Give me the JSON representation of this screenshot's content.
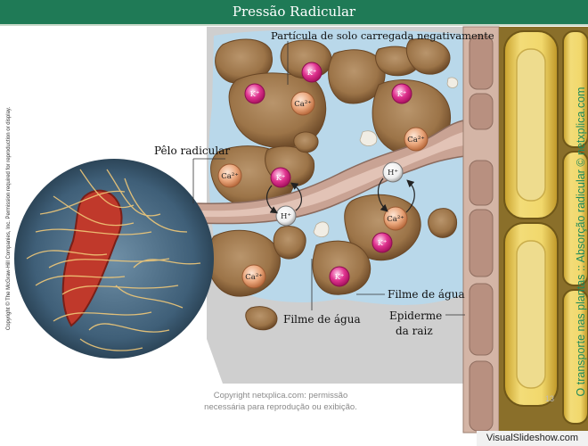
{
  "header": {
    "title": "Pressão Radicular"
  },
  "labels": {
    "soil_particle": "Partícula de solo carregada negativamente",
    "root_hair": "Pêlo radicular",
    "water_film_right": "Filme de água",
    "water_film_bottom": "Filme de água",
    "epidermis_line1": "Epiderme",
    "epidermis_line2": "da raiz"
  },
  "ions": {
    "k": "K⁺",
    "ca": "Ca²⁺",
    "h": "H⁺"
  },
  "side": {
    "left_copyright": "Copyright © The McGraw-Hill Companies, Inc. Permission required for reproduction or display.",
    "right_caption": "O transporte nas plantas :: Absorção radicular © netxplica.com"
  },
  "footer": {
    "line1": "Copyright netxplica.com: permissão",
    "line2": "necessária para reprodução ou exibição.",
    "page_number": "13",
    "brand": "VisualSlideshow.com"
  },
  "colors": {
    "title_bar": "#1f7a56",
    "water": "#b9d8ea",
    "soil": "#a8815a",
    "potassium": "#e0338f",
    "calcium": "#e9a57a",
    "hydrogen": "#f4f4f4",
    "root_cell": "#e7c64a",
    "side_caption": "#1f8a5b"
  }
}
